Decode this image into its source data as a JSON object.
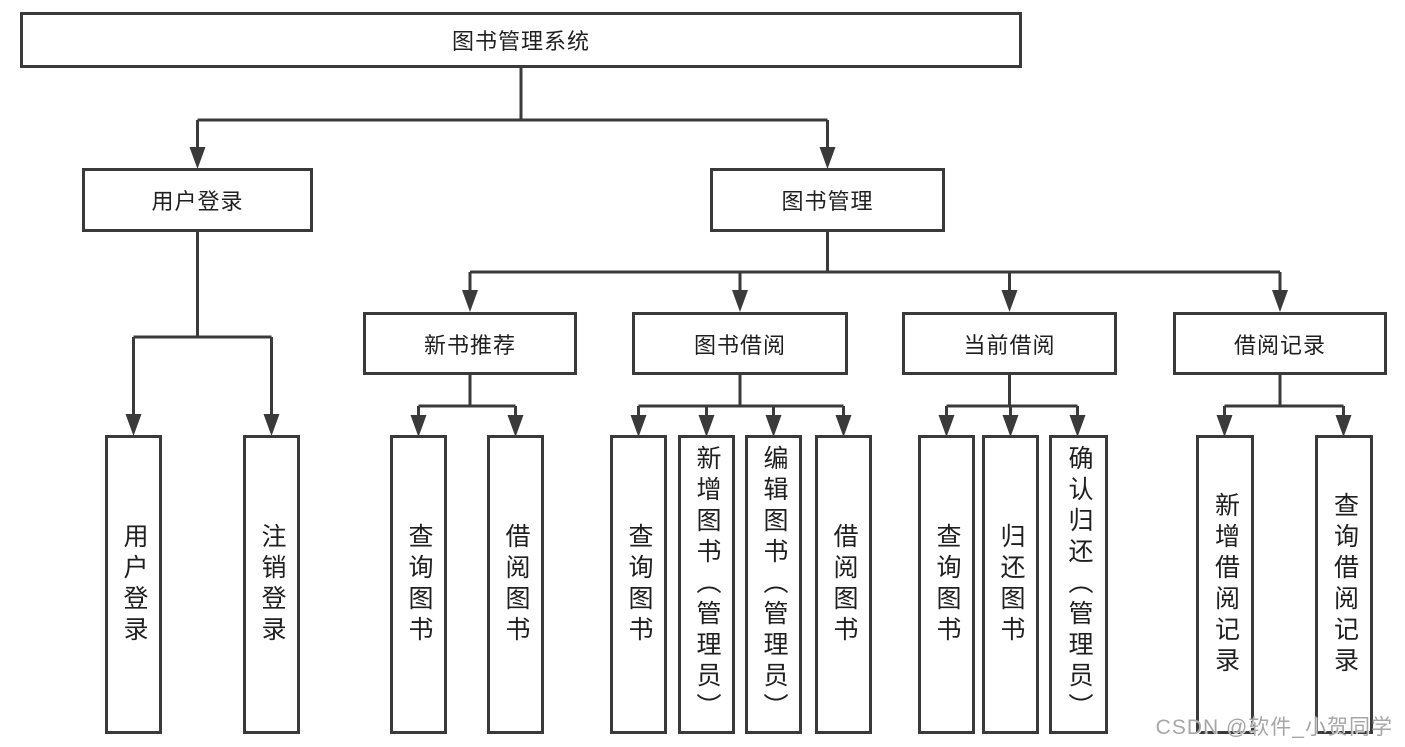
{
  "colors": {
    "line": "#3a3a3a",
    "text": "#1f1f1f",
    "watermark": "#a6a6a6",
    "box-bg": "#ffffff"
  },
  "tree": {
    "root": {
      "label": "图书管理系统"
    },
    "branches": [
      {
        "label": "用户登录",
        "children": [
          {
            "label": "用户登录"
          },
          {
            "label": "注销登录"
          }
        ]
      },
      {
        "label": "图书管理",
        "children": [
          {
            "label": "新书推荐",
            "children": [
              {
                "label": "查询图书"
              },
              {
                "label": "借阅图书"
              }
            ]
          },
          {
            "label": "图书借阅",
            "children": [
              {
                "label": "查询图书"
              },
              {
                "label": "新增图书（管理员）"
              },
              {
                "label": "编辑图书（管理员）"
              },
              {
                "label": "借阅图书"
              }
            ]
          },
          {
            "label": "当前借阅",
            "children": [
              {
                "label": "查询图书"
              },
              {
                "label": "归还图书"
              },
              {
                "label": "确认归还（管理员）"
              }
            ]
          },
          {
            "label": "借阅记录",
            "children": [
              {
                "label": "新增借阅记录"
              },
              {
                "label": "查询借阅记录"
              }
            ]
          }
        ]
      }
    ]
  },
  "watermark": {
    "text": "CSDN @软件_小贺同学"
  }
}
